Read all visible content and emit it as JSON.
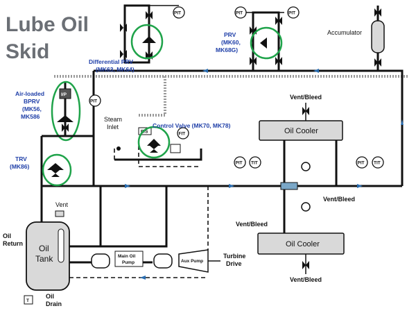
{
  "title": {
    "line1": "Lube Oil",
    "line2": "Skid"
  },
  "colors": {
    "pipe": "#111111",
    "highlight": "#1fa34a",
    "callout": "#1f3fa8",
    "flow_arrow": "#2a6db0",
    "steam": "#999999",
    "cooler_fill": "#d9d9d9"
  },
  "callouts": {
    "diff_prv_1": "Differential PRV",
    "diff_prv_2": "(MK63, MK64)",
    "prv_1": "PRV",
    "prv_2": "(MK60,",
    "prv_3": "MK68G)",
    "bprv_1": "Air-loaded",
    "bprv_2": "BPRV",
    "bprv_3": "(MK56,",
    "bprv_4": "MK586",
    "control_valve": "Control Valve (MK70, MK78)",
    "trv_1": "TRV",
    "trv_2": "(MK86)"
  },
  "labels": {
    "accumulator": "Accumulator",
    "vent_bleed": "Vent/Bleed",
    "oil_cooler": "Oil Cooler",
    "steam_1": "Steam",
    "steam_2": "Inlet",
    "vent": "Vent",
    "oil_return_1": "Oil",
    "oil_return_2": "Return",
    "oil_tank_1": "Oil",
    "oil_tank_2": "Tank",
    "oil_drain_1": "Oil",
    "oil_drain_2": "Drain",
    "main_pump_1": "Main Oil",
    "main_pump_2": "Pump",
    "aux_pump": "Aux Pump",
    "turbine_1": "Turbine",
    "turbine_2": "Drive"
  },
  "instrument_tags": {
    "pit": "PIT",
    "tit": "TIT",
    "fit": "FIT",
    "ip": "I/P",
    "es": "E/S",
    "t": "T"
  },
  "icons": [
    "pressure-valve-icon",
    "gate-valve-icon",
    "check-valve-icon",
    "pump-icon",
    "flow-arrow-icon"
  ]
}
